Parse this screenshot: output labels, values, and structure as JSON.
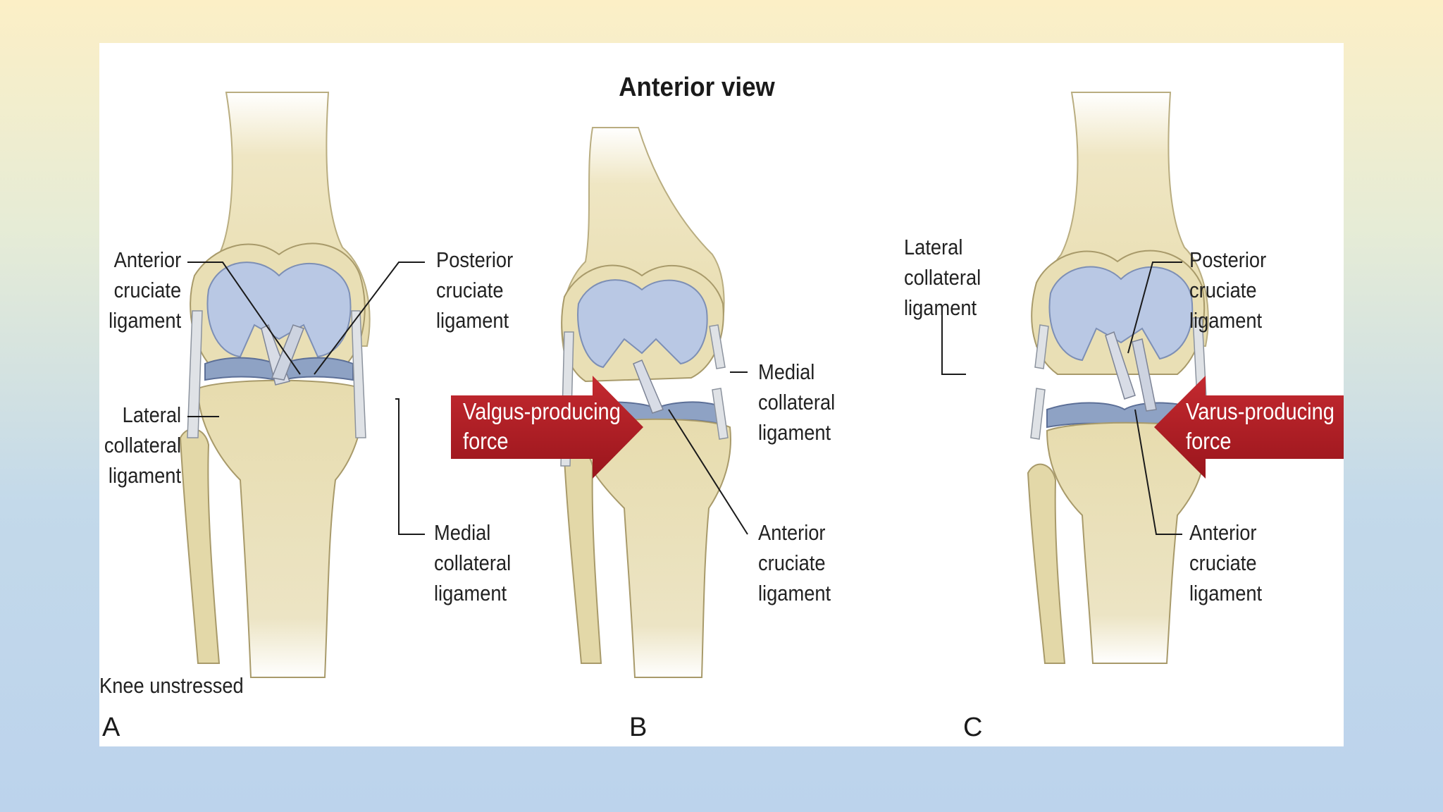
{
  "title": "Anterior view",
  "panels": [
    {
      "letter": "A",
      "caption": "Knee unstressed",
      "labels": [
        {
          "lines": [
            "Anterior",
            "cruciate",
            "ligament"
          ]
        },
        {
          "lines": [
            "Posterior",
            "cruciate",
            "ligament"
          ]
        },
        {
          "lines": [
            "Lateral",
            "collateral",
            "ligament"
          ]
        },
        {
          "lines": [
            "Medial",
            "collateral",
            "ligament"
          ]
        }
      ]
    },
    {
      "letter": "B",
      "arrow_text": [
        "Valgus-producing",
        "force"
      ],
      "labels": [
        {
          "lines": [
            "Medial",
            "collateral",
            "ligament"
          ]
        },
        {
          "lines": [
            "Anterior",
            "cruciate",
            "ligament"
          ]
        }
      ]
    },
    {
      "letter": "C",
      "arrow_text": [
        "Varus-producing",
        "force"
      ],
      "labels": [
        {
          "lines": [
            "Lateral",
            "collateral",
            "ligament"
          ]
        },
        {
          "lines": [
            "Posterior",
            "cruciate",
            "ligament"
          ]
        },
        {
          "lines": [
            "Anterior",
            "cruciate",
            "ligament"
          ]
        }
      ]
    }
  ],
  "colors": {
    "bone": "#e9dfb5",
    "bone_shade": "#c9bb86",
    "cartilage": "#b9c8e4",
    "meniscus": "#8ea2c4",
    "arrow": "#b01c24",
    "leader": "#1a1a1a"
  }
}
